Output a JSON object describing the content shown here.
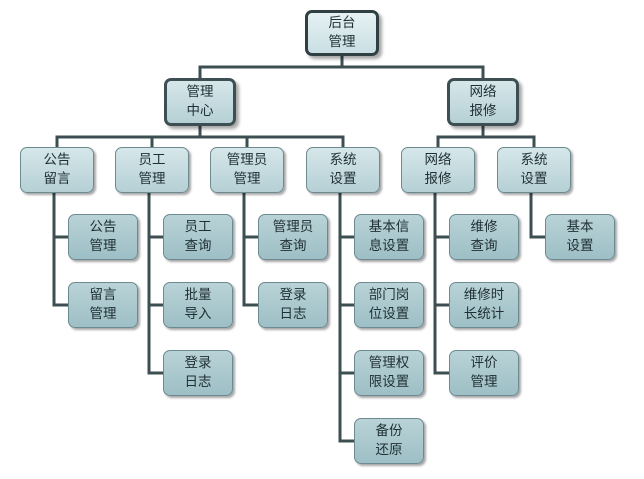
{
  "diagram": {
    "root": {
      "label": "后台\n管理"
    },
    "branches": [
      {
        "label": "管理\n中心",
        "categories": [
          {
            "label": "公告\n留言",
            "items": [
              "公告\n管理",
              "留言\n管理"
            ]
          },
          {
            "label": "员工\n管理",
            "items": [
              "员工\n查询",
              "批量\n导入",
              "登录\n日志"
            ]
          },
          {
            "label": "管理员\n管理",
            "items": [
              "管理员\n查询",
              "登录\n日志"
            ]
          },
          {
            "label": "系统\n设置",
            "items": [
              "基本信\n息设置",
              "部门岗\n位设置",
              "管理权\n限设置",
              "备份\n还原"
            ]
          }
        ]
      },
      {
        "label": "网络\n报修",
        "categories": [
          {
            "label": "网络\n报修",
            "items": [
              "维修\n查询",
              "维修时\n长统计",
              "评价\n管理"
            ]
          },
          {
            "label": "系统\n设置",
            "items": [
              "基本\n设置"
            ]
          }
        ]
      }
    ]
  },
  "colors": {
    "line": "#3d4f52",
    "node_fill": "#c4dcdf",
    "leaf_fill": "#a8c7cc",
    "border": "#3d4f52"
  }
}
